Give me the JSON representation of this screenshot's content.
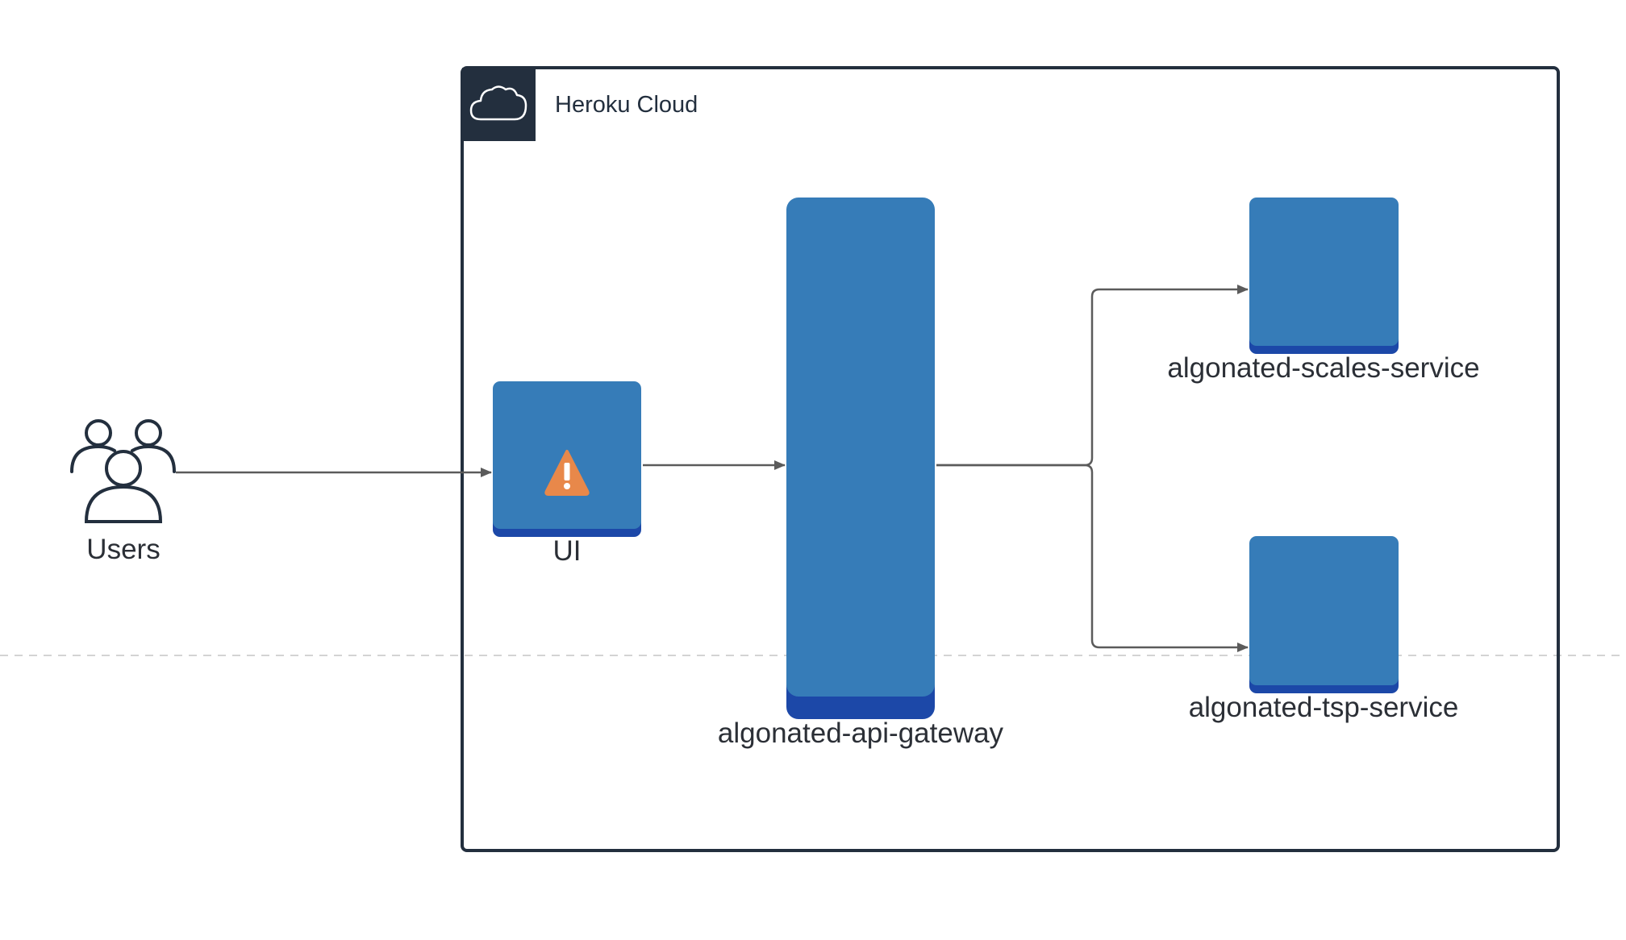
{
  "diagram": {
    "group": {
      "label": "Heroku Cloud",
      "icon": "cloud-icon",
      "border_color": "#232f3e"
    },
    "actors": [
      {
        "id": "users",
        "label": "Users",
        "icon": "users-icon"
      }
    ],
    "nodes": [
      {
        "id": "ui",
        "label": "UI",
        "icon": "warning-icon"
      },
      {
        "id": "gateway",
        "label": "algonated-api-gateway"
      },
      {
        "id": "scales",
        "label": "algonated-scales-service"
      },
      {
        "id": "tsp",
        "label": "algonated-tsp-service"
      }
    ],
    "edges": [
      {
        "from": "users",
        "to": "ui"
      },
      {
        "from": "ui",
        "to": "gateway"
      },
      {
        "from": "gateway",
        "to": "scales"
      },
      {
        "from": "gateway",
        "to": "tsp"
      }
    ],
    "colors": {
      "node_fill": "#367cb8",
      "node_base": "#1c48a8",
      "edge": "#5b5b5b",
      "warning": "#e8884a",
      "dashed_line": "#d3d3d3"
    }
  }
}
